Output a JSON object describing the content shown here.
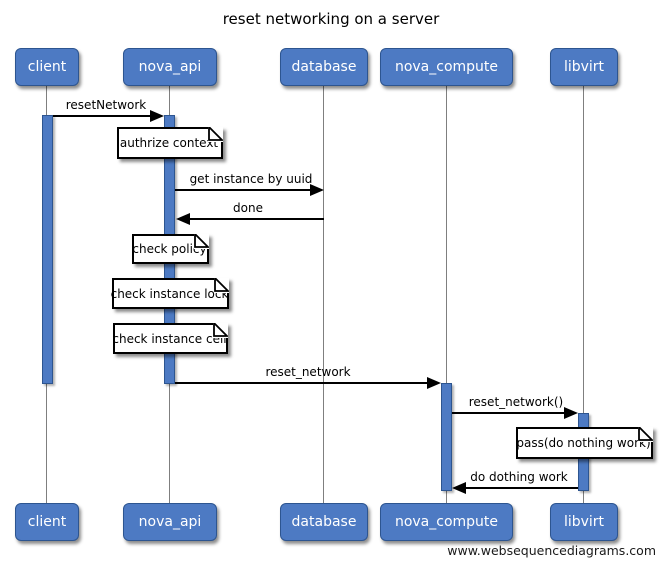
{
  "diagram": {
    "title": "reset networking on a server",
    "watermark": "www.websequencediagrams.com"
  },
  "actors": [
    {
      "name": "client"
    },
    {
      "name": "nova_api"
    },
    {
      "name": "database"
    },
    {
      "name": "nova_compute"
    },
    {
      "name": "libvirt"
    }
  ],
  "messages": [
    {
      "label": "resetNetwork",
      "from": "client",
      "to": "nova_api",
      "direction": "right"
    },
    {
      "label": "get instance by uuid",
      "from": "nova_api",
      "to": "database",
      "direction": "right"
    },
    {
      "label": "done",
      "from": "database",
      "to": "nova_api",
      "direction": "left"
    },
    {
      "label": "reset_network",
      "from": "nova_api",
      "to": "nova_compute",
      "direction": "right"
    },
    {
      "label": "reset_network()",
      "from": "nova_compute",
      "to": "libvirt",
      "direction": "right"
    },
    {
      "label": "do dothing work",
      "from": "libvirt",
      "to": "nova_compute",
      "direction": "left"
    }
  ],
  "notes": [
    {
      "text": "authrize context",
      "over": "nova_api"
    },
    {
      "text": "check policy",
      "over": "nova_api"
    },
    {
      "text": "check instance lock",
      "over": "nova_api"
    },
    {
      "text": "check instance cell",
      "over": "nova_api"
    },
    {
      "text": "pass(do nothing work)",
      "over": "libvirt"
    }
  ],
  "colors": {
    "actor_fill": "#4d7ac3",
    "actor_border": "#2d5590",
    "lifeline": "#7f7f7f",
    "arrow": "#000000",
    "note_fill": "#ffffff",
    "note_border": "#000000"
  }
}
